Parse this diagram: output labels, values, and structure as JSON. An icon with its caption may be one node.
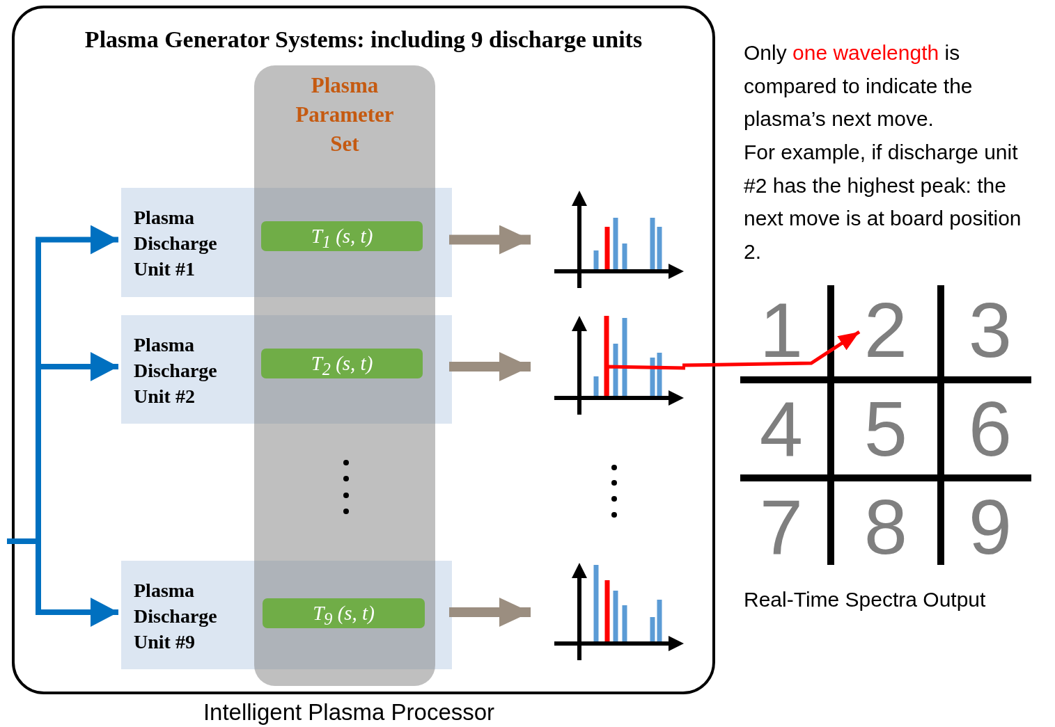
{
  "diagram": {
    "nodes": [
      {
        "text": [
          "Plasma Generator Systems: including 9 discharge units"
        ],
        "beside": [
          "Intelligent Plasma Processor"
        ]
      },
      {
        "text": [
          "Plasma Parameter Set"
        ],
        "in": 0
      },
      {
        "text": [
          "Plasma Discharge Unit #1"
        ],
        "in": 0
      },
      {
        "text": [
          "T$_{1}$ (s, t)"
        ]
      },
      {
        "text": [],
        "shape": "picture",
        "in": 0
      },
      {
        "text": [
          "Plasma Discharge Unit #2"
        ],
        "in": 0
      },
      {
        "text": [
          "T$_{2}$ (s, t)"
        ]
      },
      {
        "text": [],
        "shape": "picture",
        "in": 0
      },
      {
        "text": [
          "Plasma Discharge Unit #9"
        ],
        "in": 0
      },
      {
        "text": [
          "T$_{9}$ (s, t)"
        ]
      },
      {
        "text": [],
        "shape": "picture",
        "in": 0
      },
      {
        "text": [
          "1"
        ]
      },
      {
        "text": [
          "2"
        ]
      },
      {
        "text": [
          "3"
        ]
      },
      {
        "text": [
          "4"
        ]
      },
      {
        "text": [
          "5"
        ]
      },
      {
        "text": [
          "6"
        ]
      },
      {
        "text": [
          "7"
        ]
      },
      {
        "text": [
          "8"
        ]
      },
      {
        "text": [
          "9"
        ]
      }
    ],
    "edges": [
      {
        "from": null,
        "to": 2,
        "arrow": "to",
        "color": "#0070c0"
      },
      {
        "from": null,
        "to": 5,
        "arrow": "to",
        "color": "#0070c0"
      },
      {
        "from": null,
        "to": 8,
        "arrow": "to",
        "color": "#0070c0"
      },
      {
        "from": 2,
        "to": 4,
        "arrow": "to",
        "color": "#9b8e80"
      },
      {
        "from": 5,
        "to": 7,
        "arrow": "to",
        "color": "#9b8e80"
      },
      {
        "from": 8,
        "to": 10,
        "arrow": "to",
        "color": "#9b8e80"
      },
      {
        "from": 7,
        "to": 12,
        "arrow": "to",
        "color": "#ff0000"
      }
    ],
    "labels": [
      "Only *one wavelength* is compared to indicate the plasma’s next move.",
      "For example, if discharge unit #2 has the highest peak: the next move is at board position 2.",
      "Real-Time Spectra Output"
    ]
  }
}
